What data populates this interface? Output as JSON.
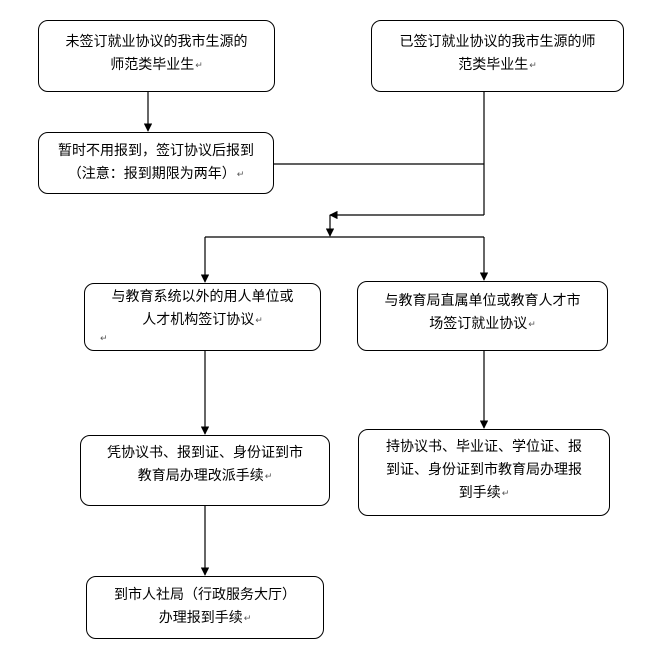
{
  "para_mark": "↵",
  "boxes": {
    "unsigned_grads": {
      "line1": "未签订就业协议的我市生源的",
      "line2": "师范类毕业生"
    },
    "signed_grads": {
      "line1": "已签订就业协议的我市生源的师",
      "line2": "范类毕业生"
    },
    "defer_report": {
      "line1": "暂时不用报到，签订协议后报到",
      "line2": "（注意：报到期限为两年）"
    },
    "outside_edu_units": {
      "line1": "与教育系统以外的用人单位或",
      "line2": "人才机构签订协议"
    },
    "edu_direct_units": {
      "line1": "与教育局直属单位或教育人才市",
      "line2": "场签订就业协议"
    },
    "reassign_procedure": {
      "line1": "凭协议书、报到证、身份证到市",
      "line2": "教育局办理改派手续"
    },
    "report_procedure": {
      "line1": "持协议书、毕业证、学位证、报",
      "line2": "到证、身份证到市教育局办理报",
      "line3": "到手续"
    },
    "hr_bureau_report": {
      "line1": "到市人社局（行政服务大厅）",
      "line2": "办理报到手续"
    }
  }
}
